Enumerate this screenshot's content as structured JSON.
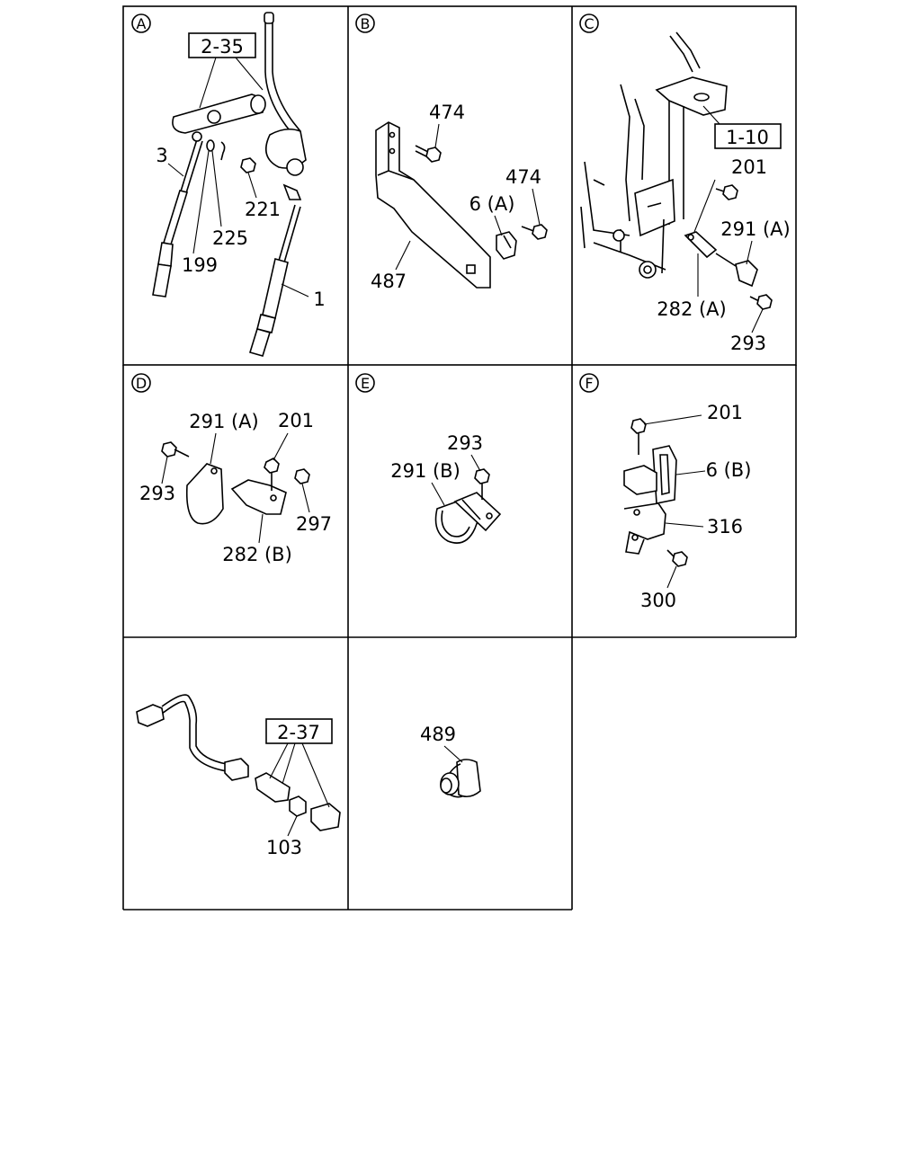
{
  "panels": {
    "A": {
      "letter": "A",
      "ref_box": "2-35",
      "labels": {
        "p3": "3",
        "p221": "221",
        "p225": "225",
        "p199": "199",
        "p1": "1"
      }
    },
    "B": {
      "letter": "B",
      "labels": {
        "p474a": "474",
        "p474b": "474",
        "p6a": "6 (A)",
        "p487": "487"
      }
    },
    "C": {
      "letter": "C",
      "ref_box": "1-10",
      "labels": {
        "p201": "201",
        "p291a": "291 (A)",
        "p282a": "282 (A)",
        "p293": "293"
      }
    },
    "D": {
      "letter": "D",
      "labels": {
        "p291a": "291 (A)",
        "p201": "201",
        "p293": "293",
        "p297": "297",
        "p282b": "282 (B)"
      }
    },
    "E": {
      "letter": "E",
      "labels": {
        "p293": "293",
        "p291b": "291 (B)"
      }
    },
    "F": {
      "letter": "F",
      "labels": {
        "p201": "201",
        "p6b": "6 (B)",
        "p316": "316",
        "p300": "300"
      }
    },
    "G": {
      "ref_box": "2-37",
      "labels": {
        "p103": "103"
      }
    },
    "H": {
      "labels": {
        "p489": "489"
      }
    }
  }
}
